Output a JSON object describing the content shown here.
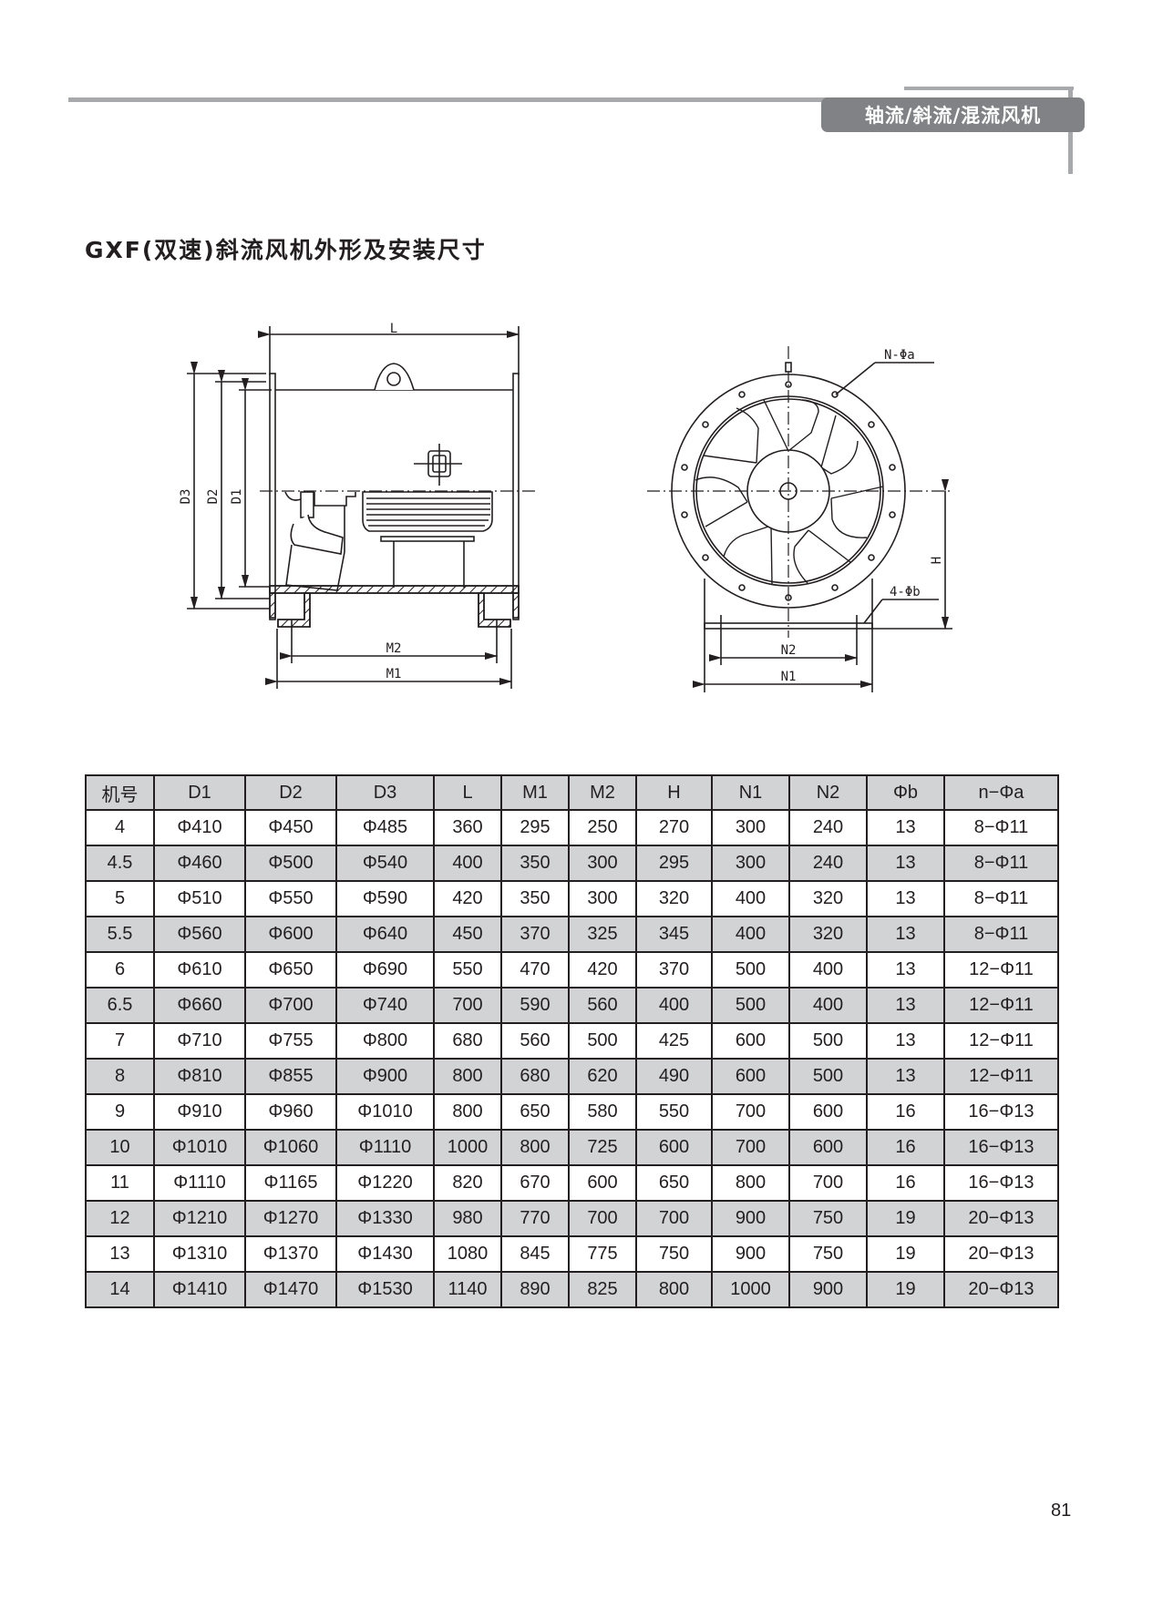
{
  "header": {
    "category_tab": "轴流/斜流/混流风机"
  },
  "page_title": "GXF(双速)斜流风机外形及安装尺寸",
  "drawings": {
    "side_view": {
      "labels": {
        "L": "L",
        "D1": "D1",
        "D2": "D2",
        "D3": "D3",
        "M1": "M1",
        "M2": "M2"
      }
    },
    "front_view": {
      "labels": {
        "N_phi_a": "N-Φa",
        "four_phi_b": "4-Φb",
        "H": "H",
        "N1": "N1",
        "N2": "N2"
      }
    }
  },
  "table": {
    "columns": [
      "机号",
      "D1",
      "D2",
      "D3",
      "L",
      "M1",
      "M2",
      "H",
      "N1",
      "N2",
      "Φb",
      "n−Φa"
    ],
    "rows": [
      [
        "4",
        "Φ410",
        "Φ450",
        "Φ485",
        "360",
        "295",
        "250",
        "270",
        "300",
        "240",
        "13",
        "8−Φ11"
      ],
      [
        "4.5",
        "Φ460",
        "Φ500",
        "Φ540",
        "400",
        "350",
        "300",
        "295",
        "300",
        "240",
        "13",
        "8−Φ11"
      ],
      [
        "5",
        "Φ510",
        "Φ550",
        "Φ590",
        "420",
        "350",
        "300",
        "320",
        "400",
        "320",
        "13",
        "8−Φ11"
      ],
      [
        "5.5",
        "Φ560",
        "Φ600",
        "Φ640",
        "450",
        "370",
        "325",
        "345",
        "400",
        "320",
        "13",
        "8−Φ11"
      ],
      [
        "6",
        "Φ610",
        "Φ650",
        "Φ690",
        "550",
        "470",
        "420",
        "370",
        "500",
        "400",
        "13",
        "12−Φ11"
      ],
      [
        "6.5",
        "Φ660",
        "Φ700",
        "Φ740",
        "700",
        "590",
        "560",
        "400",
        "500",
        "400",
        "13",
        "12−Φ11"
      ],
      [
        "7",
        "Φ710",
        "Φ755",
        "Φ800",
        "680",
        "560",
        "500",
        "425",
        "600",
        "500",
        "13",
        "12−Φ11"
      ],
      [
        "8",
        "Φ810",
        "Φ855",
        "Φ900",
        "800",
        "680",
        "620",
        "490",
        "600",
        "500",
        "13",
        "12−Φ11"
      ],
      [
        "9",
        "Φ910",
        "Φ960",
        "Φ1010",
        "800",
        "650",
        "580",
        "550",
        "700",
        "600",
        "16",
        "16−Φ13"
      ],
      [
        "10",
        "Φ1010",
        "Φ1060",
        "Φ1110",
        "1000",
        "800",
        "725",
        "600",
        "700",
        "600",
        "16",
        "16−Φ13"
      ],
      [
        "11",
        "Φ1110",
        "Φ1165",
        "Φ1220",
        "820",
        "670",
        "600",
        "650",
        "800",
        "700",
        "16",
        "16−Φ13"
      ],
      [
        "12",
        "Φ1210",
        "Φ1270",
        "Φ1330",
        "980",
        "770",
        "700",
        "700",
        "900",
        "750",
        "19",
        "20−Φ13"
      ],
      [
        "13",
        "Φ1310",
        "Φ1370",
        "Φ1430",
        "1080",
        "845",
        "775",
        "750",
        "900",
        "750",
        "19",
        "20−Φ13"
      ],
      [
        "14",
        "Φ1410",
        "Φ1470",
        "Φ1530",
        "1140",
        "890",
        "825",
        "800",
        "1000",
        "900",
        "19",
        "20−Φ13"
      ]
    ]
  },
  "page_number": "81",
  "colors": {
    "header_gray": "#a7a9ac",
    "tab_gray": "#808285",
    "row_shade": "#d1d3d4",
    "ink": "#231f20"
  }
}
